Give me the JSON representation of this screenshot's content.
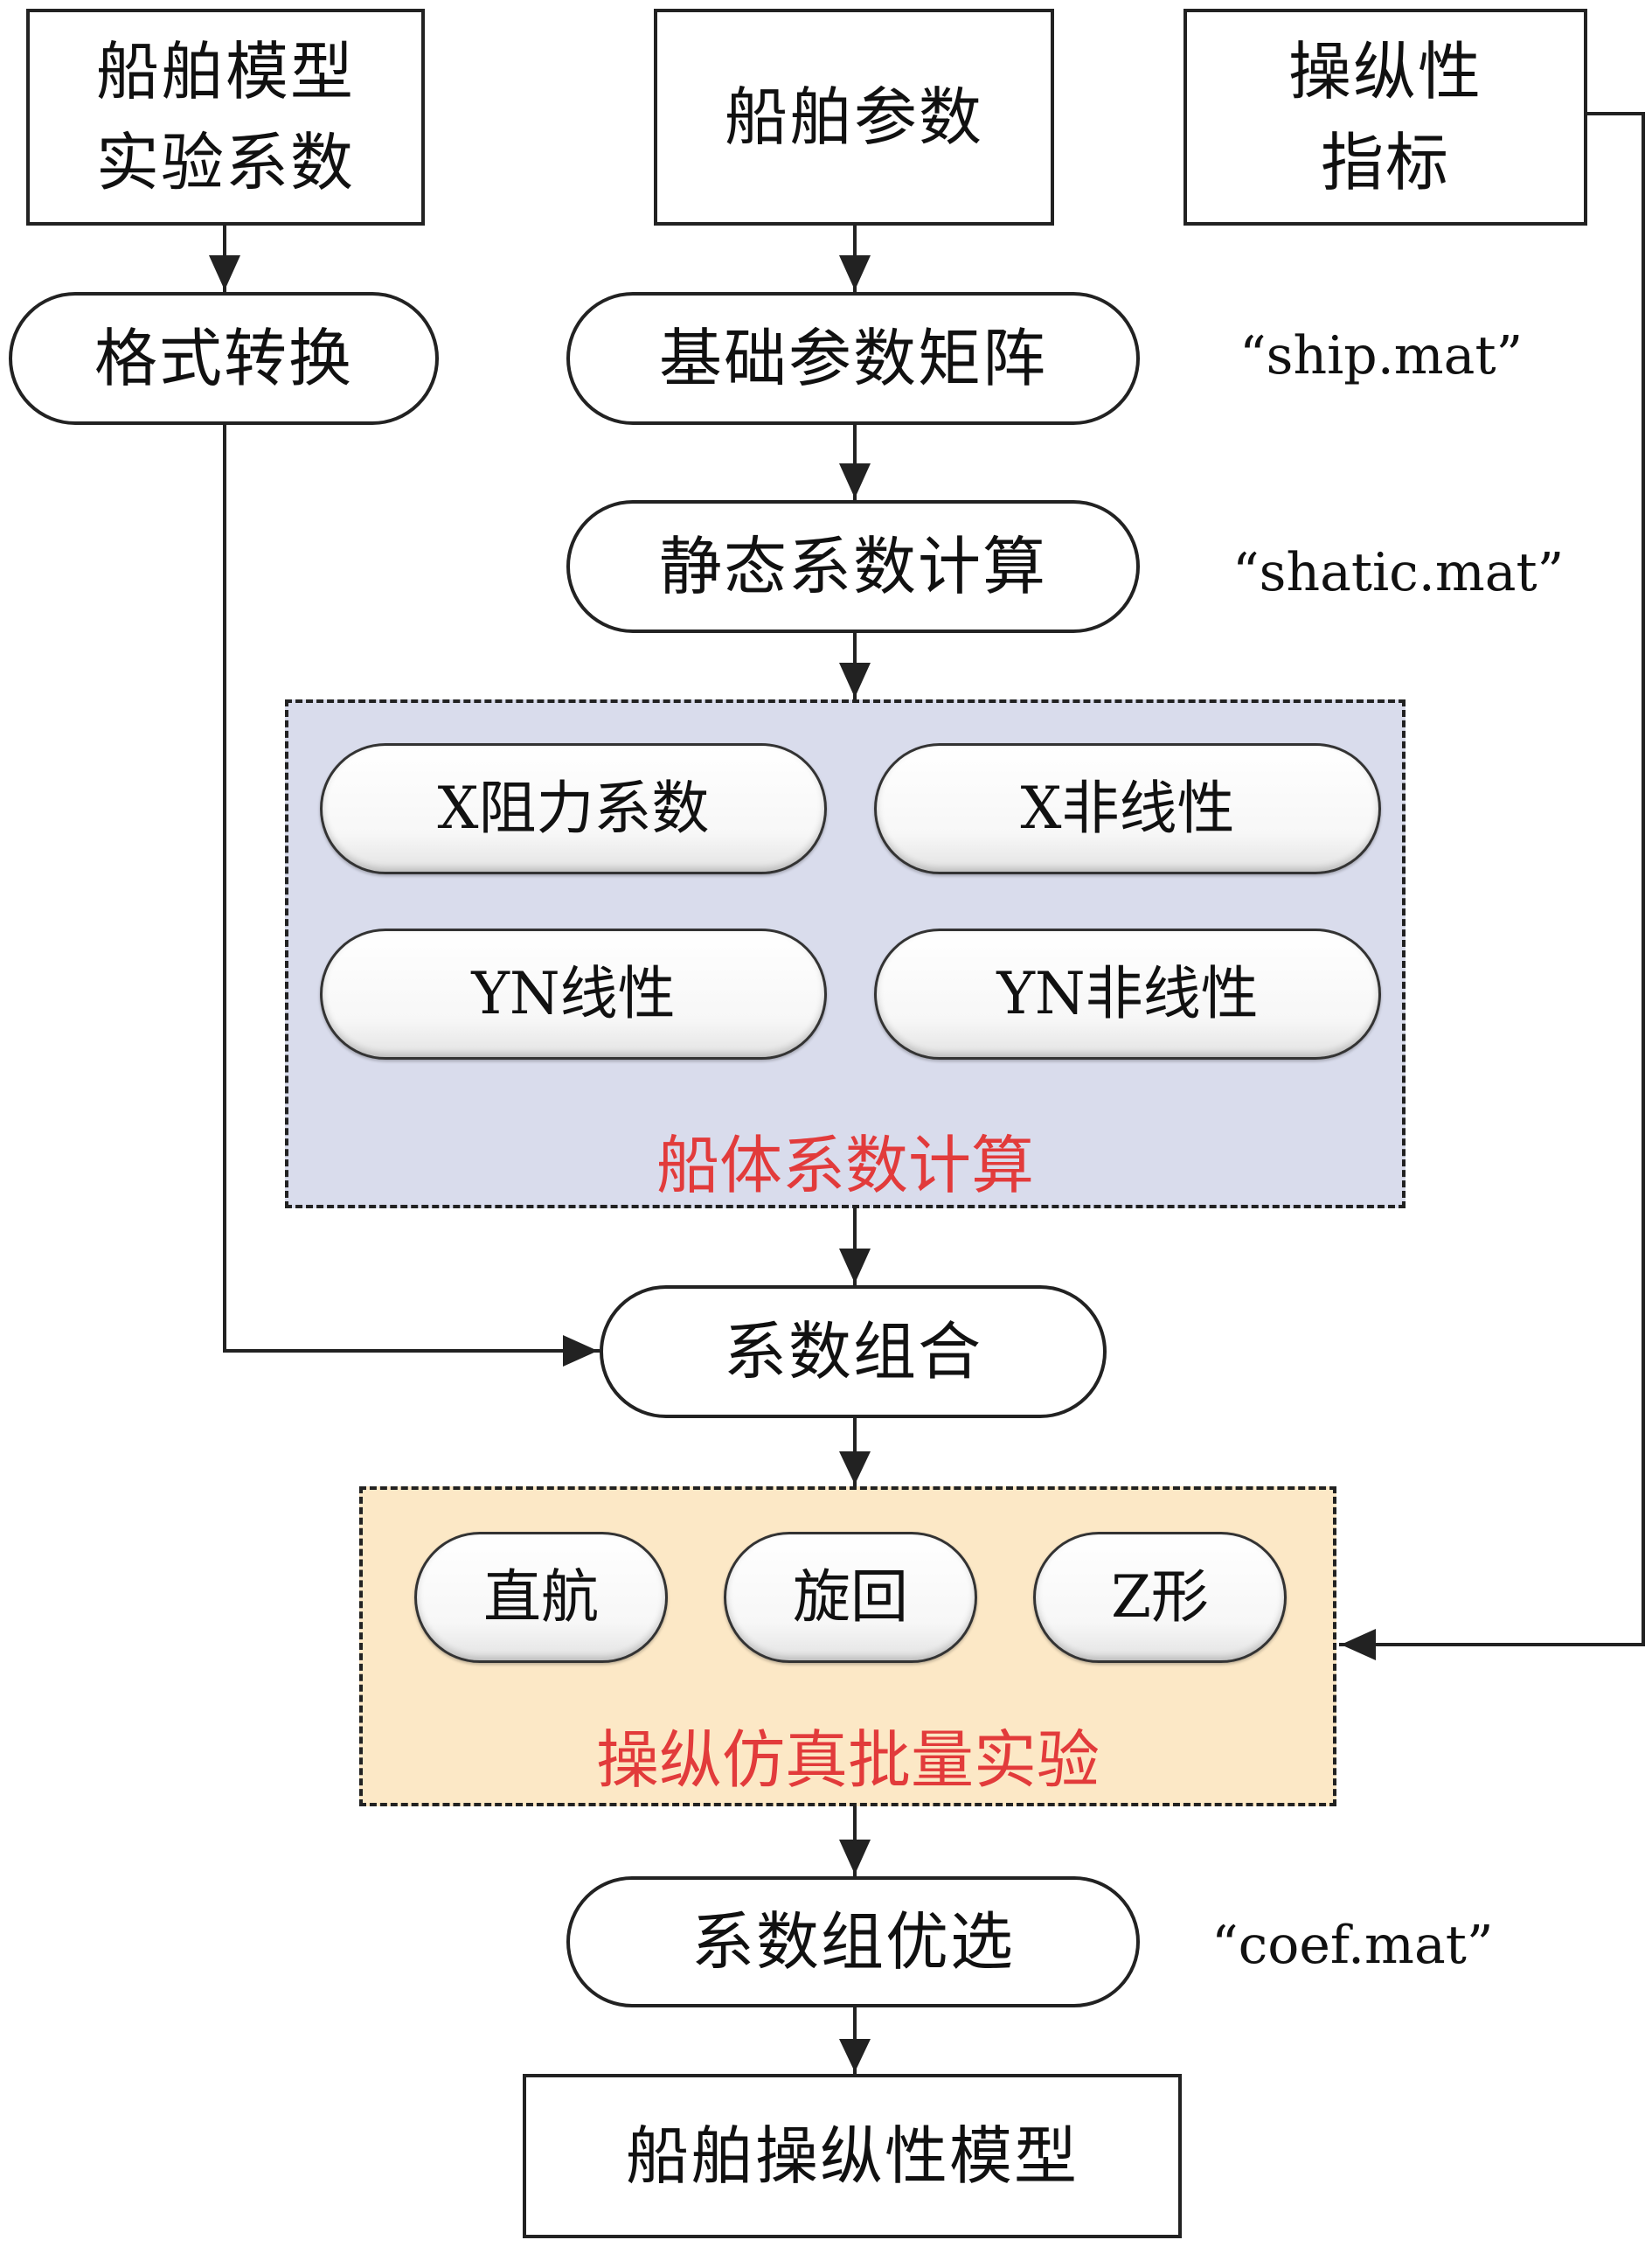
{
  "nodes": {
    "ship_model_coef": "船舶模型\n实验系数",
    "ship_params": "船舶参数",
    "maneuver_index": "操纵性\n指标",
    "format_convert": "格式转换",
    "base_matrix": "基础参数矩阵",
    "static_calc": "静态系数计算",
    "x_resistance": "X阻力系数",
    "x_nonlinear": "X非线性",
    "yn_linear": "YN线性",
    "yn_nonlinear": "YN非线性",
    "coef_combo": "系数组合",
    "straight": "直航",
    "turning": "旋回",
    "zigzag": "Z形",
    "coef_select": "系数组优选",
    "ship_model": "船舶操纵性模型"
  },
  "groups": {
    "hull_calc": "船体系数计算",
    "sim_batch": "操纵仿真批量实验"
  },
  "files": {
    "ship": "“ship.mat”",
    "static": "“shatic.mat”",
    "coef": "“coef.mat”"
  },
  "colors": {
    "hull_group_fill": "#d9dcec",
    "sim_group_fill": "#fce8c6",
    "group_label": "#e23b3b",
    "line": "#222222"
  }
}
